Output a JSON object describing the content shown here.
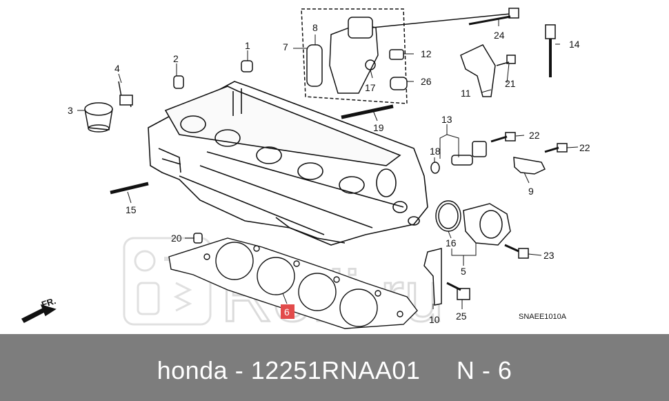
{
  "diagram": {
    "callouts": [
      "1",
      "2",
      "3",
      "4",
      "5",
      "6",
      "7",
      "8",
      "9",
      "10",
      "11",
      "12",
      "13",
      "14",
      "15",
      "16",
      "17",
      "18",
      "19",
      "20",
      "21",
      "22",
      "22",
      "23",
      "24",
      "25",
      "26"
    ],
    "highlighted_callout": "6",
    "direction_label": "FR.",
    "diagram_code": "SNAEE1010A",
    "watermark_text": "Rolli.ru"
  },
  "caption": {
    "brand": "honda",
    "separator": " - ",
    "part_number": "12251RNAA01",
    "position_label": "N - 6"
  },
  "colors": {
    "caption_bar": "#7d7d7d",
    "highlight": "#e24b4b",
    "line_art": "#111111"
  }
}
